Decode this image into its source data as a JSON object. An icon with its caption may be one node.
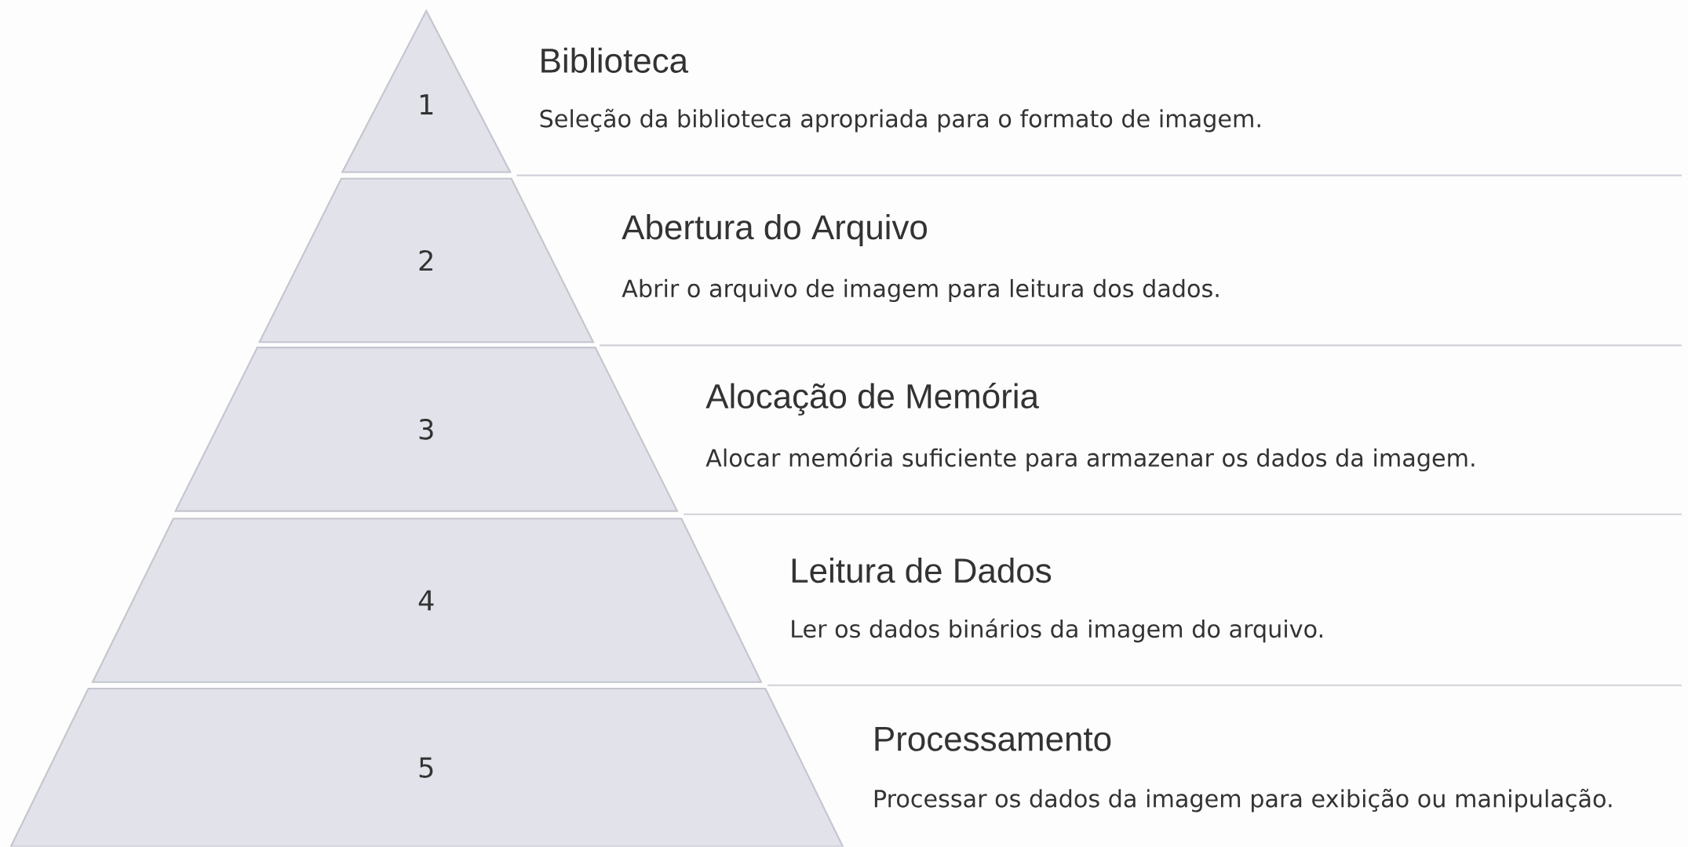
{
  "diagram": {
    "nodes": [
      {
        "text": [
          "1"
        ],
        "beside": [
          "Biblioteca",
          "Seleção da biblioteca apropriada para o formato de imagem."
        ]
      },
      {
        "text": [
          "2"
        ],
        "beside": [
          "Abertura do Arquivo",
          "Abrir o arquivo de imagem para leitura dos dados."
        ]
      },
      {
        "text": [
          "3"
        ],
        "beside": [
          "Alocação de Memória",
          "Alocar memória suficiente para armazenar os dados da imagem."
        ]
      },
      {
        "text": [
          "4"
        ],
        "beside": [
          "Leitura de Dados",
          "Ler os dados binários da imagem do arquivo."
        ]
      },
      {
        "text": [
          "5"
        ],
        "beside": [
          "Processamento",
          "Processar os dados da imagem para exibição ou manipulação."
        ]
      }
    ]
  }
}
